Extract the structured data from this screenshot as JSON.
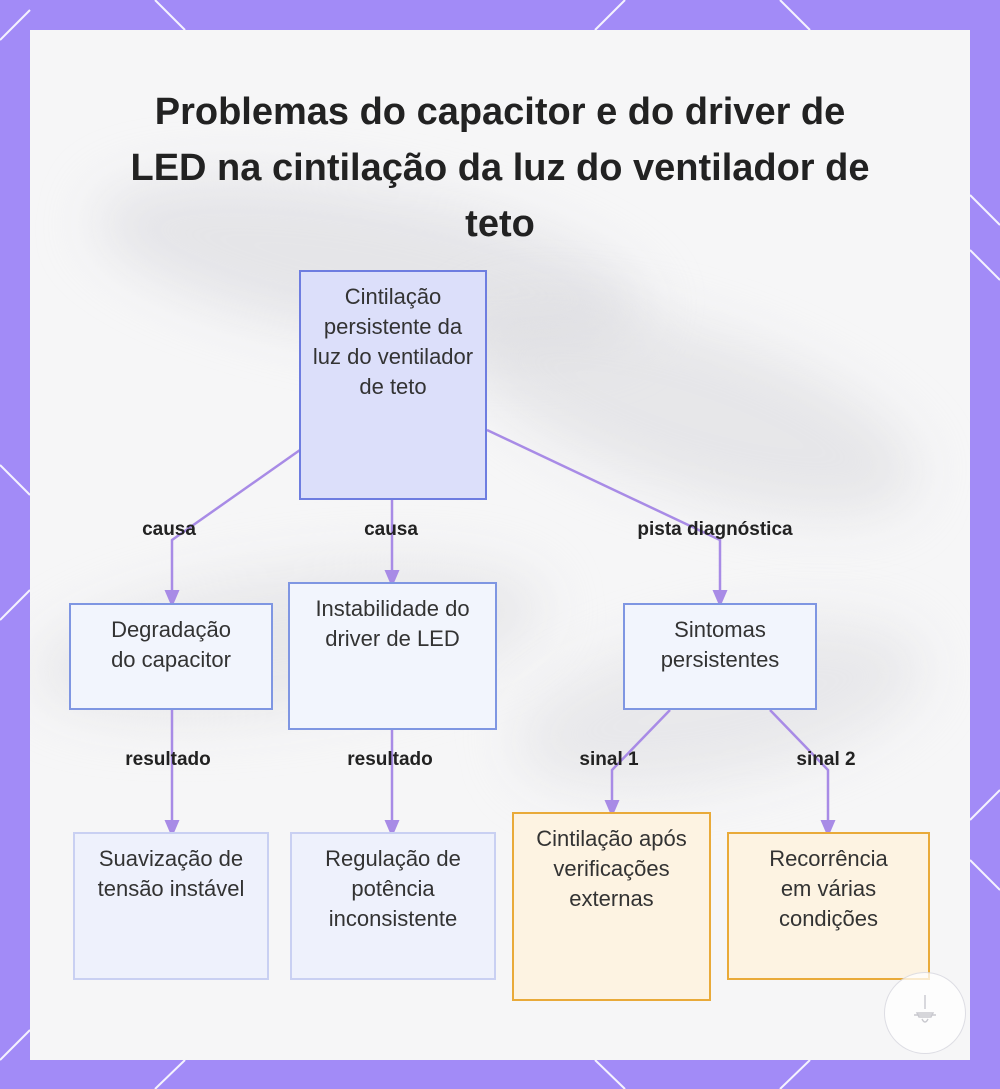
{
  "title": "Problemas do capacitor e do driver de LED na cintilação da luz do ventilador de teto",
  "nodes": {
    "root": "Cintilação persistente da luz do ventilador de teto",
    "capacitor": "Degradação do capacitor",
    "driver": "Instabilidade do driver de LED",
    "sintomas": "Sintomas persistentes",
    "suavizacao": "Suavização de tensão instável",
    "regulacao": "Regulação de potência inconsistente",
    "cintilacao_apos": "Cintilação após verificações externas",
    "recorrencia": "Recorrência em várias condições"
  },
  "edges": {
    "causa_1": "causa",
    "causa_2": "causa",
    "pista": "pista diagnóstica",
    "resultado_1": "resultado",
    "resultado_2": "resultado",
    "sinal_1": "sinal 1",
    "sinal_2": "sinal 2"
  },
  "colors": {
    "frame": "#a28bf7",
    "connector": "#a88be6",
    "root_fill": "#dcdffa",
    "blue_border": "#7f96e2",
    "orange_border": "#e9aa39",
    "orange_fill": "#fdf3e2"
  },
  "watermark_icon": "ceiling-fan-icon"
}
